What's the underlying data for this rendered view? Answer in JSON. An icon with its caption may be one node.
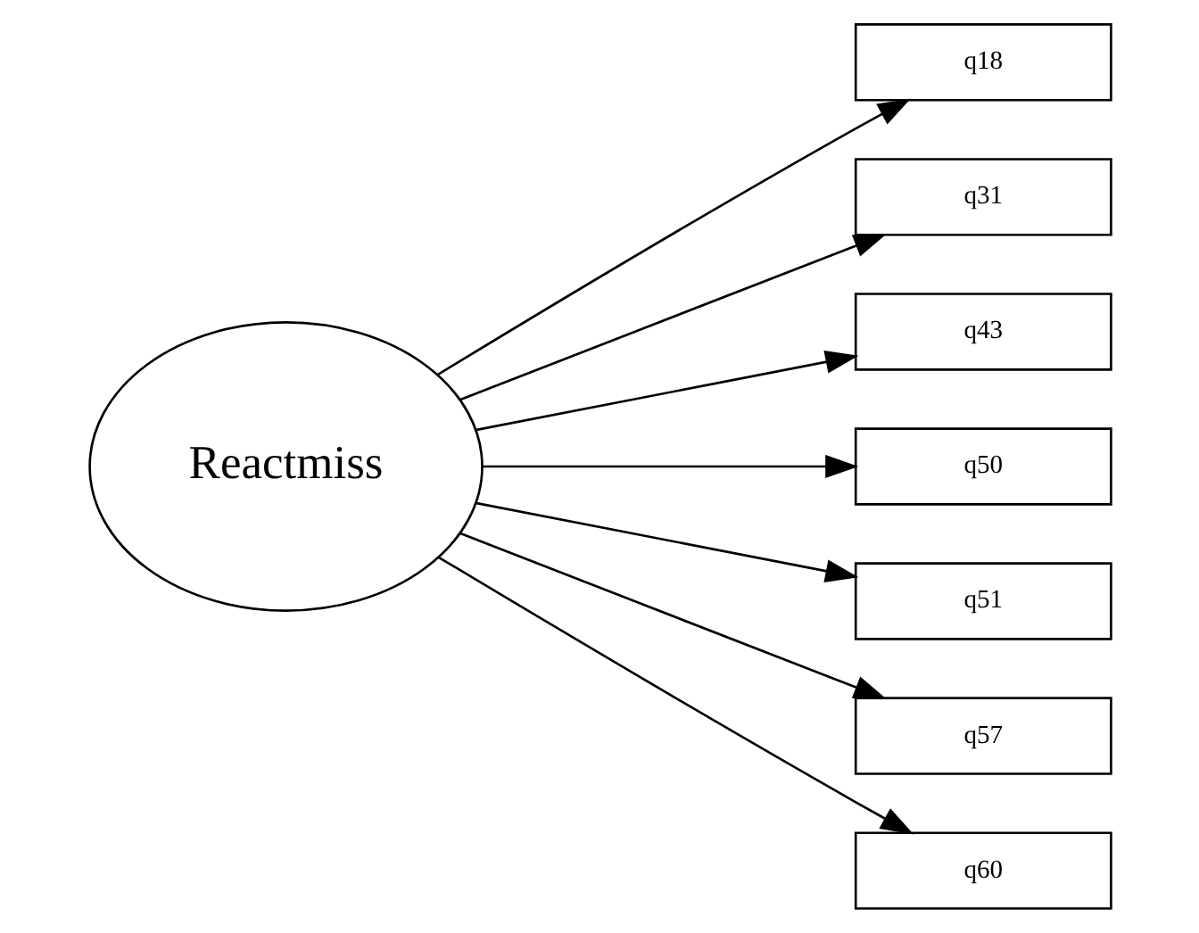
{
  "diagram": {
    "nodes": [
      {
        "text": [
          "Reactmiss"
        ]
      },
      {
        "text": [
          "q18"
        ]
      },
      {
        "text": [
          "q31"
        ]
      },
      {
        "text": [
          "q43"
        ]
      },
      {
        "text": [
          "q50"
        ]
      },
      {
        "text": [
          "q51"
        ]
      },
      {
        "text": [
          "q57"
        ]
      },
      {
        "text": [
          "q60"
        ]
      }
    ],
    "edges": [
      {
        "from": 0,
        "to": 1,
        "arrow": "to"
      },
      {
        "from": 0,
        "to": 2,
        "arrow": "to"
      },
      {
        "from": 0,
        "to": 3,
        "arrow": "to"
      },
      {
        "from": 0,
        "to": 4,
        "arrow": "to"
      },
      {
        "from": 0,
        "to": 5,
        "arrow": "to"
      },
      {
        "from": 0,
        "to": 6,
        "arrow": "to"
      },
      {
        "from": 0,
        "to": 7,
        "arrow": "to"
      }
    ]
  }
}
